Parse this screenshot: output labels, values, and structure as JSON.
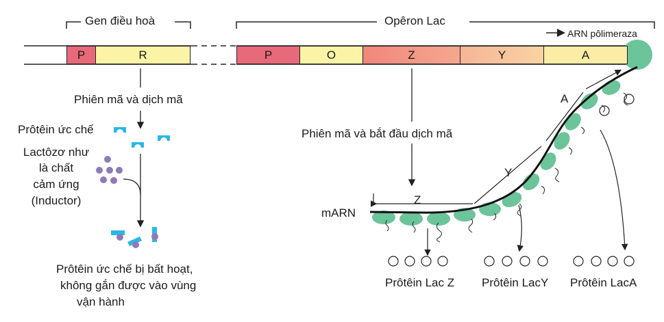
{
  "labels": {
    "regulator_gene": "Gen điều hoà",
    "lac_operon": "Opêron Lac",
    "rna_polymerase": "ARN pôlimeraza",
    "transcription_translation": "Phiên mã và dịch mã",
    "transcription_start_translation": "Phiên mã và bắt đầu dịch mã",
    "repressor": "Prôtêin ức chế",
    "inducer_line1": "Lactôzơ như",
    "inducer_line2": "là chất",
    "inducer_line3": "cảm ứng",
    "inducer_line4": "(Inductor)",
    "inactive_line1": "Prôtêin ức chế bị bất hoạt,",
    "inactive_line2": "không gắn được vào vùng",
    "inactive_line3": "vận hành",
    "mrna": "mARN",
    "protein_lacz": "Prôtêin Lac Z",
    "protein_lacy": "Prôtêin LacY",
    "protein_laca": "Prôtêin LacA"
  },
  "segments": {
    "reg_p": "P",
    "reg_r": "R",
    "op_p": "P",
    "op_o": "O",
    "op_z": "Z",
    "op_y": "Y",
    "op_a": "A"
  },
  "mrna_regions": {
    "z": "Z",
    "y": "Y",
    "a": "A"
  },
  "colors": {
    "promoter": "#e8697a",
    "operator": "#fbf4a6",
    "gene_z": "#f29a8c",
    "gene_y": "#f7c6a0",
    "gene_a": "#fbe9a6",
    "ribosome": "#6cc49a",
    "repressor": "#2bb7e6",
    "inducer": "#8f7ab8"
  }
}
